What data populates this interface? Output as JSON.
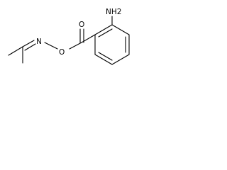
{
  "molecule": {
    "atoms": {
      "n_imine": "N",
      "o_ester": "O",
      "o_carbonyl": "O",
      "nh2": "NH2"
    }
  },
  "colors": {
    "bond": "#000000",
    "label": "#000000",
    "background": "#ffffff"
  }
}
